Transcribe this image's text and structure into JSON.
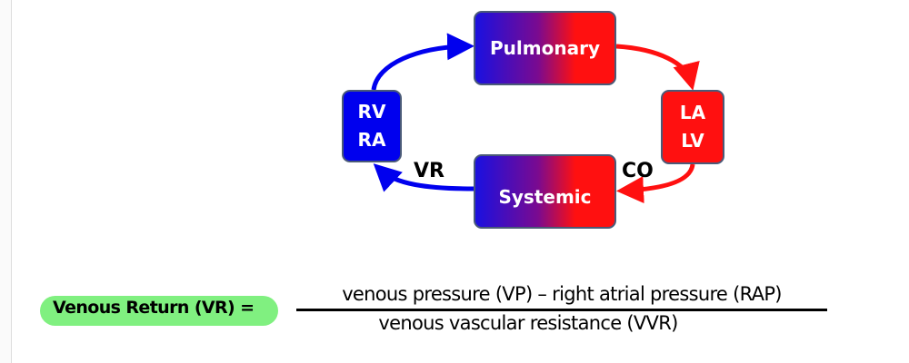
{
  "diagram": {
    "nodes": {
      "pulmonary": "Pulmonary",
      "systemic": "Systemic",
      "right_heart": [
        "RV",
        "RA"
      ],
      "left_heart": [
        "LA",
        "LV"
      ]
    },
    "labels": {
      "vr": "VR",
      "co": "CO"
    },
    "colors": {
      "blue": "#0000ee",
      "red": "#ff1010",
      "highlight": "#80f080"
    }
  },
  "equation": {
    "lhs": "Venous Return (VR) =",
    "numerator": "venous pressure (VP) – right atrial pressure (RAP)",
    "denominator": "venous vascular resistance (VVR)"
  }
}
